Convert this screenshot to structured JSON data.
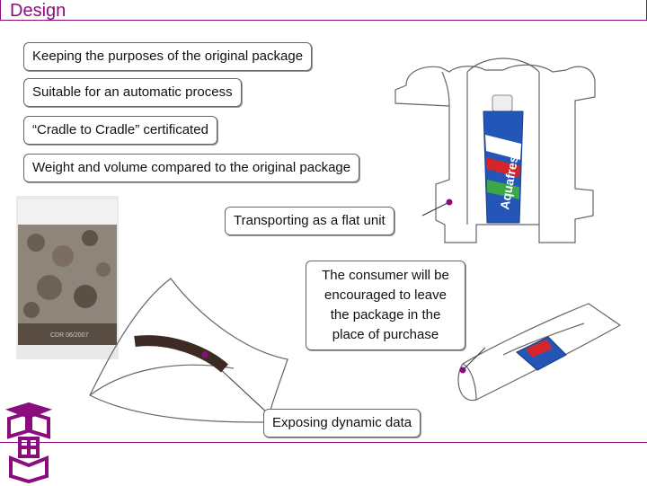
{
  "slide": {
    "title": "Design"
  },
  "callouts": [
    {
      "text": "Keeping the purposes of the original package"
    },
    {
      "text": "Suitable for an automatic process"
    },
    {
      "text": "“Cradle to Cradle” certificated"
    },
    {
      "text": "Weight and volume compared to the original package"
    },
    {
      "text": "Transporting as a flat unit"
    },
    {
      "text": "The consumer will be encouraged to leave the package in the place of purchase"
    },
    {
      "text": "Exposing dynamic data"
    }
  ],
  "illustrations": {
    "tube_brand": "Aquafresh",
    "bag_label": "CDR 06/2007"
  },
  "colors": {
    "accent": "#8b0d7d",
    "tube_blue": "#2456b8",
    "tube_red": "#d2262a",
    "tube_green": "#3aa84a"
  }
}
